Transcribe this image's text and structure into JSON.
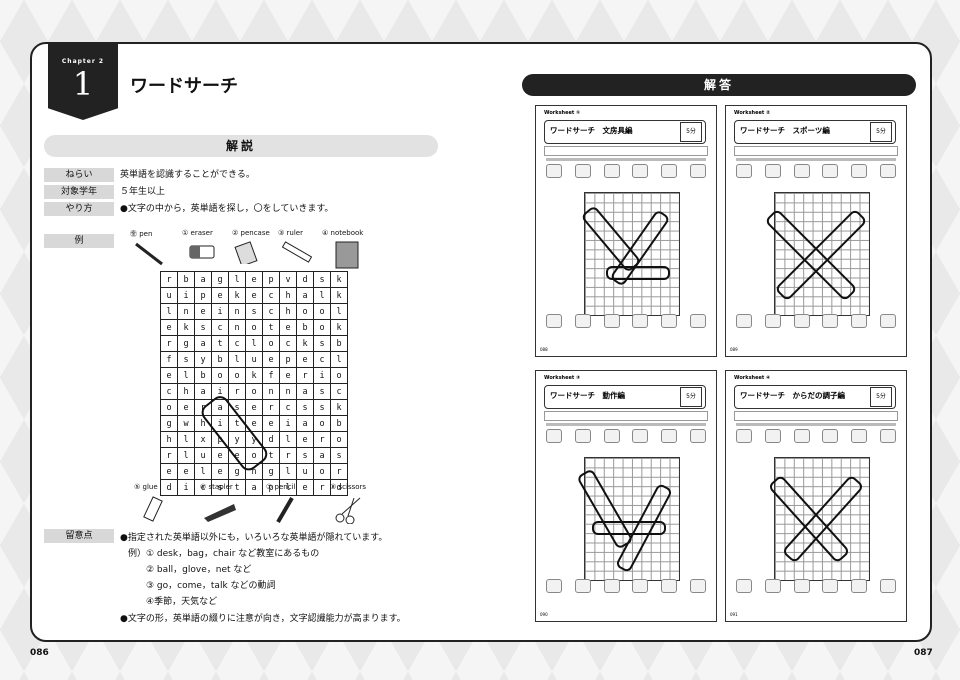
{
  "chapter": {
    "label": "Chapter 2",
    "number": "1"
  },
  "title": "ワードサーチ",
  "explain_label": "解説",
  "answer_label": "解答",
  "rows": [
    {
      "label": "ねらい",
      "text": "英単語を認識することができる。"
    },
    {
      "label": "対象学年",
      "text": "５年生以上"
    },
    {
      "label": "やり方",
      "text": "●文字の中から，英単語を探し，〇をしていきます。"
    }
  ],
  "example_label": "例",
  "top_items": [
    {
      "mark": "㊎",
      "word": "pen"
    },
    {
      "mark": "①",
      "word": "eraser"
    },
    {
      "mark": "②",
      "word": "pencase"
    },
    {
      "mark": "③",
      "word": "ruler"
    },
    {
      "mark": "④",
      "word": "notebook"
    }
  ],
  "bottom_items": [
    {
      "mark": "⑤",
      "word": "glue"
    },
    {
      "mark": "⑥",
      "word": "stapler"
    },
    {
      "mark": "⑦",
      "word": "pencil"
    },
    {
      "mark": "⑧",
      "word": "scissors"
    }
  ],
  "grid": [
    [
      "r",
      "b",
      "a",
      "g",
      "l",
      "e",
      "p",
      "v",
      "d",
      "s",
      "k"
    ],
    [
      "u",
      "i",
      "p",
      "e",
      "k",
      "e",
      "c",
      "h",
      "a",
      "l",
      "k"
    ],
    [
      "l",
      "n",
      "e",
      "i",
      "n",
      "s",
      "c",
      "h",
      "o",
      "o",
      "l"
    ],
    [
      "e",
      "k",
      "s",
      "c",
      "n",
      "o",
      "t",
      "e",
      "b",
      "o",
      "k"
    ],
    [
      "r",
      "g",
      "a",
      "t",
      "c",
      "l",
      "o",
      "c",
      "k",
      "s",
      "b"
    ],
    [
      "f",
      "s",
      "y",
      "b",
      "l",
      "u",
      "e",
      "p",
      "e",
      "c",
      "l"
    ],
    [
      "e",
      "l",
      "b",
      "o",
      "o",
      "k",
      "f",
      "e",
      "r",
      "i",
      "o"
    ],
    [
      "c",
      "h",
      "a",
      "i",
      "r",
      "o",
      "n",
      "n",
      "a",
      "s",
      "c"
    ],
    [
      "o",
      "e",
      "r",
      "a",
      "s",
      "e",
      "r",
      "c",
      "s",
      "s",
      "k"
    ],
    [
      "g",
      "w",
      "h",
      "i",
      "t",
      "e",
      "e",
      "i",
      "a",
      "o",
      "b"
    ],
    [
      "h",
      "l",
      "x",
      "p",
      "y",
      "y",
      "d",
      "l",
      "e",
      "r",
      "o"
    ],
    [
      "r",
      "l",
      "u",
      "e",
      "e",
      "o",
      "t",
      "r",
      "s",
      "a",
      "s"
    ],
    [
      "e",
      "e",
      "l",
      "e",
      "g",
      "n",
      "g",
      "l",
      "u",
      "o",
      "r"
    ],
    [
      "d",
      "i",
      "c",
      "s",
      "t",
      "a",
      "p",
      "l",
      "e",
      "r",
      "d"
    ]
  ],
  "notes_label": "留意点",
  "notes": [
    "●指定された英単語以外にも，いろいろな英単語が隠れています。",
    "例）① desk，bag，chair など教室にあるもの",
    "② ball，glove，net など",
    "③ go，come，talk などの動詞",
    "④季節，天気など",
    "●文字の形，英単語の綴りに注意が向き，文字認識能力が高まります。"
  ],
  "worksheets": [
    {
      "tag": "Worksheet ①",
      "title": "ワードサーチ　文房具編",
      "mins": "5分",
      "num": "088"
    },
    {
      "tag": "Worksheet ②",
      "title": "ワードサーチ　スポーツ編",
      "mins": "5分",
      "num": "089"
    },
    {
      "tag": "Worksheet ③",
      "title": "ワードサーチ　動作編",
      "mins": "5分",
      "num": "090"
    },
    {
      "tag": "Worksheet ④",
      "title": "ワードサーチ　からだの調子編",
      "mins": "5分",
      "num": "091"
    }
  ],
  "page_left": "086",
  "page_right": "087"
}
